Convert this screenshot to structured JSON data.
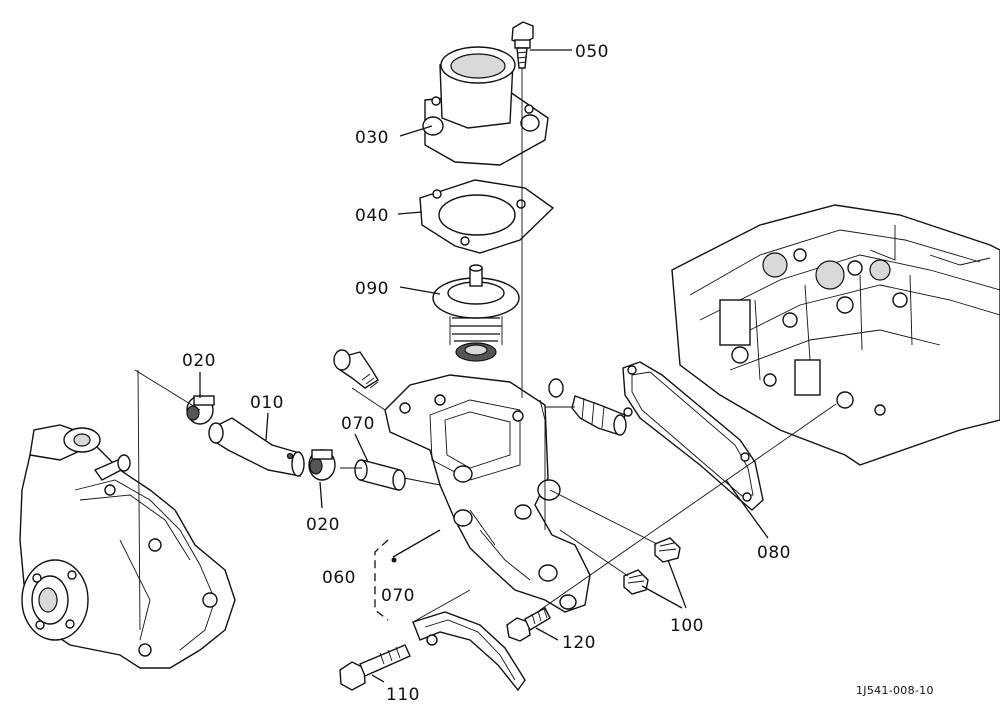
{
  "diagram": {
    "labels": {
      "p050": "050",
      "p030": "030",
      "p040": "040",
      "p090": "090",
      "p020_top": "020",
      "p010": "010",
      "p070_top": "070",
      "p020_bottom": "020",
      "p060": "060",
      "p070_bottom": "070",
      "p080": "080",
      "p100": "100",
      "p120": "120",
      "p110": "110"
    },
    "drawing_code": "1J541-008-10"
  }
}
